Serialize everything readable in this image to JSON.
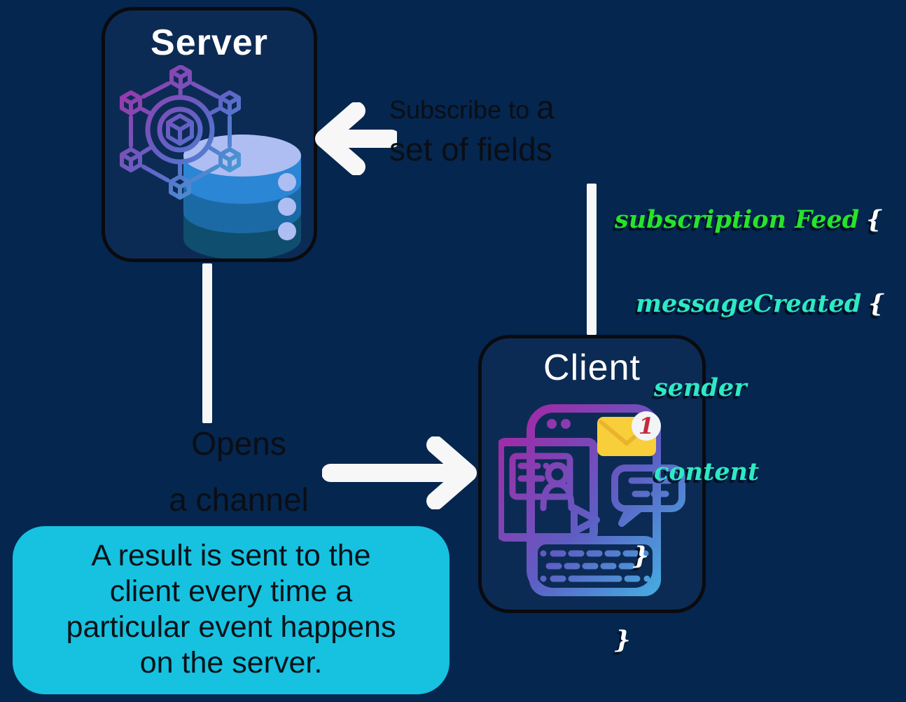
{
  "diagram": {
    "server": {
      "title": "Server"
    },
    "client": {
      "title": "Client"
    },
    "subscribe_label": {
      "part1": "Subscribe to ",
      "part2": "a",
      "line2": "set of fields"
    },
    "channel_label": {
      "line1": "Opens",
      "line2": "a channel"
    },
    "code": {
      "line1_keyword": "subscription Feed",
      "line1_brace": "{",
      "line2_field": "messageCreated",
      "line2_brace": "{",
      "line3_field": "sender",
      "line4_field": "content",
      "line5_brace": "}",
      "line6_brace": "}"
    },
    "badge": {
      "count": "1"
    },
    "note": {
      "line1": "A result is sent to the",
      "line2": "client every time a",
      "line3": "particular event happens",
      "line4": "on the server."
    },
    "colors": {
      "background": "#04264F",
      "box_fill": "#0C2B54",
      "box_border": "#0A0B0F",
      "note_fill": "#16C2E0",
      "code_keyword_green": "#27E32C",
      "code_field_teal": "#2EE9C4",
      "code_brace_white": "#FFFFFF",
      "label_text": "#0B0E14",
      "arrow_white": "#F7F7F7",
      "envelope_yellow": "#F8CE3B",
      "badge_red": "#C5293C",
      "gradient_purple": "#A62FA5",
      "gradient_blue": "#5E66C8",
      "gradient_cyan": "#38B9DC",
      "db_top": "#AEBDF2",
      "db_band1": "#2B86D5",
      "db_band2": "#1B6AA6",
      "db_band3": "#0F4E6E"
    }
  }
}
